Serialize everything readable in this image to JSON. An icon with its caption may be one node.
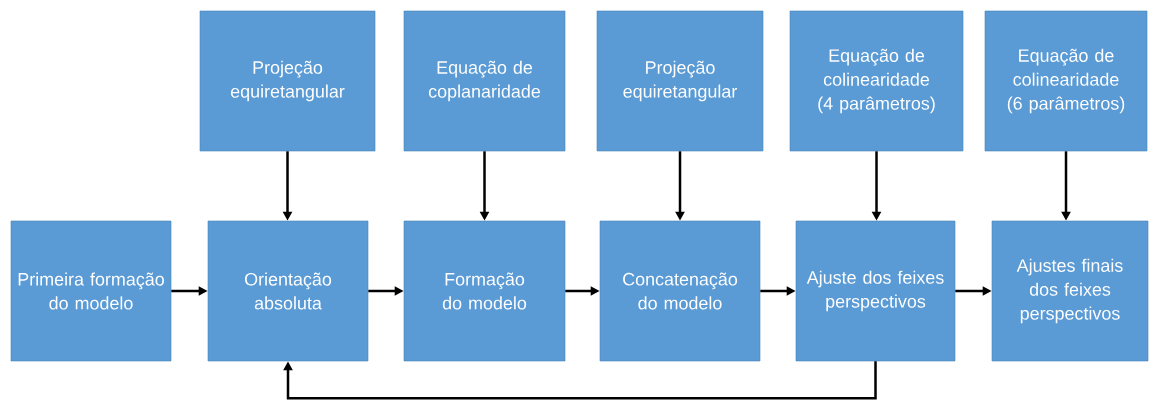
{
  "diagram": {
    "nodes": [
      {
        "text": [
          "Projeção equiretangular"
        ]
      },
      {
        "text": [
          "Equação de coplanaridade"
        ]
      },
      {
        "text": [
          "Projeção equiretangular"
        ]
      },
      {
        "text": [
          "Equação de colinearidade (4 parâmetros)"
        ]
      },
      {
        "text": [
          "Equação de colinearidade (6 parâmetros)"
        ]
      },
      {
        "text": [
          "Primeira formação do modelo"
        ]
      },
      {
        "text": [
          "Orientação absoluta"
        ]
      },
      {
        "text": [
          "Formação do modelo"
        ]
      },
      {
        "text": [
          "Concatenação do modelo"
        ]
      },
      {
        "text": [
          "Ajuste dos feixes perspectivos"
        ]
      },
      {
        "text": [
          "Ajustes finais dos feixes perspectivos"
        ]
      }
    ],
    "edges": [
      {
        "from": 0,
        "to": 6,
        "arrow": "to"
      },
      {
        "from": 1,
        "to": 7,
        "arrow": "to"
      },
      {
        "from": 2,
        "to": 8,
        "arrow": "to"
      },
      {
        "from": 3,
        "to": 9,
        "arrow": "to"
      },
      {
        "from": 4,
        "to": 10,
        "arrow": "to"
      },
      {
        "from": 5,
        "to": 6,
        "arrow": "to"
      },
      {
        "from": 6,
        "to": 7,
        "arrow": "to"
      },
      {
        "from": 7,
        "to": 8,
        "arrow": "to"
      },
      {
        "from": 8,
        "to": 9,
        "arrow": "to"
      },
      {
        "from": 9,
        "to": 10,
        "arrow": "to"
      },
      {
        "from": 9,
        "to": 6,
        "arrow": "to"
      }
    ]
  }
}
